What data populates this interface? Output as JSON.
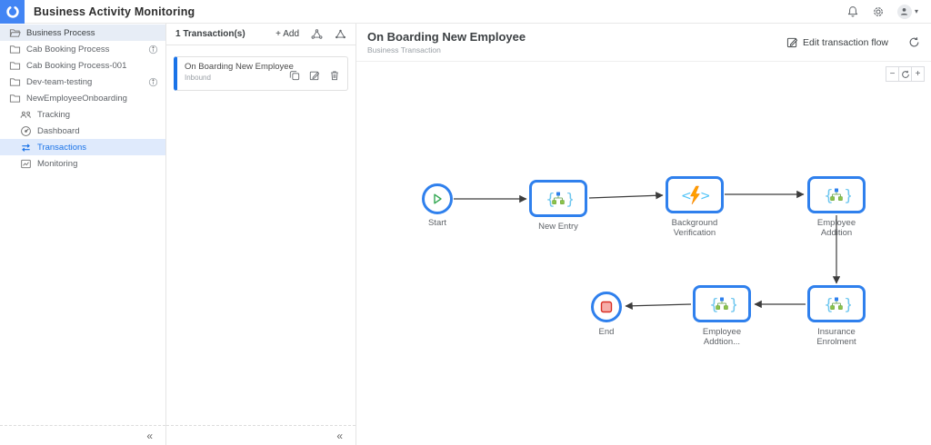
{
  "header": {
    "title": "Business Activity Monitoring",
    "icons": [
      "app-logo-ring-icon",
      "bell-icon",
      "gear-icon",
      "user-avatar-icon",
      "caret-down-icon"
    ],
    "caret": "▾"
  },
  "colors": {
    "brand_blue": "#4285f4",
    "accent_blue": "#1a73e8",
    "node_border_blue": "#2f80ed",
    "start_green": "#34a853",
    "end_red": "#d93025",
    "end_fill": "#f6aea9",
    "bolt_orange": "#ffa000",
    "brace_cyan": "#6ec6ef",
    "org_green": "#8bc34a",
    "selected_row_bg": "#dfeafc"
  },
  "sidebar": {
    "items": [
      {
        "icon": "folder-open-icon",
        "label": "Business Process",
        "info": false
      },
      {
        "icon": "folder-icon",
        "label": "Cab Booking Process",
        "info": true
      },
      {
        "icon": "folder-icon",
        "label": "Cab Booking Process-001",
        "info": false
      },
      {
        "icon": "folder-icon",
        "label": "Dev-team-testing",
        "info": true
      },
      {
        "icon": "folder-icon",
        "label": "NewEmployeeOnboarding",
        "info": false
      },
      {
        "icon": "tracking-people-icon",
        "label": "Tracking",
        "info": false
      },
      {
        "icon": "dashboard-gauge-icon",
        "label": "Dashboard",
        "info": false
      },
      {
        "icon": "transactions-swap-icon",
        "label": "Transactions",
        "info": false
      },
      {
        "icon": "monitoring-chart-icon",
        "label": "Monitoring",
        "info": false
      }
    ],
    "collapse_label": "«"
  },
  "transactions_panel": {
    "count_label": "1 Transaction(s)",
    "add_label": "+ Add",
    "header_icons": [
      "hierarchy-outline-icon",
      "hierarchy-filled-icon"
    ],
    "card": {
      "title": "On Boarding New Employee",
      "type": "Inbound",
      "action_icons": [
        "copy-icon",
        "edit-icon",
        "delete-icon"
      ]
    },
    "collapse_label": "«"
  },
  "main": {
    "title": "On Boarding New Employee",
    "subtitle": "Business Transaction",
    "edit_flow_label": "Edit transaction flow",
    "header_icons": [
      "edit-square-icon",
      "refresh-icon"
    ],
    "zoom_controls": {
      "out": "−",
      "reset_icon": "reset-refresh-icon",
      "in": "+"
    }
  },
  "flow": {
    "nodes": [
      {
        "id": "start",
        "type": "start",
        "icon": "play-icon",
        "label": "Start"
      },
      {
        "id": "new-entry",
        "type": "task",
        "icon": "workflow-braces-icon",
        "label": "New Entry"
      },
      {
        "id": "background-verification",
        "type": "task",
        "icon": "code-lightning-icon",
        "label": "Background Verification"
      },
      {
        "id": "employee-addition",
        "type": "task",
        "icon": "workflow-braces-icon",
        "label": "Employee Addition"
      },
      {
        "id": "insurance-enrolment",
        "type": "task",
        "icon": "workflow-braces-icon",
        "label": "Insurance Enrolment"
      },
      {
        "id": "employee-addtion-2",
        "type": "task",
        "icon": "workflow-braces-icon",
        "label": "Employee Addtion..."
      },
      {
        "id": "end",
        "type": "end",
        "icon": "stop-icon",
        "label": "End"
      }
    ],
    "edges": [
      {
        "from": "start",
        "to": "new-entry"
      },
      {
        "from": "new-entry",
        "to": "background-verification"
      },
      {
        "from": "background-verification",
        "to": "employee-addition"
      },
      {
        "from": "employee-addition",
        "to": "insurance-enrolment"
      },
      {
        "from": "insurance-enrolment",
        "to": "employee-addtion-2"
      },
      {
        "from": "employee-addtion-2",
        "to": "end"
      }
    ]
  }
}
